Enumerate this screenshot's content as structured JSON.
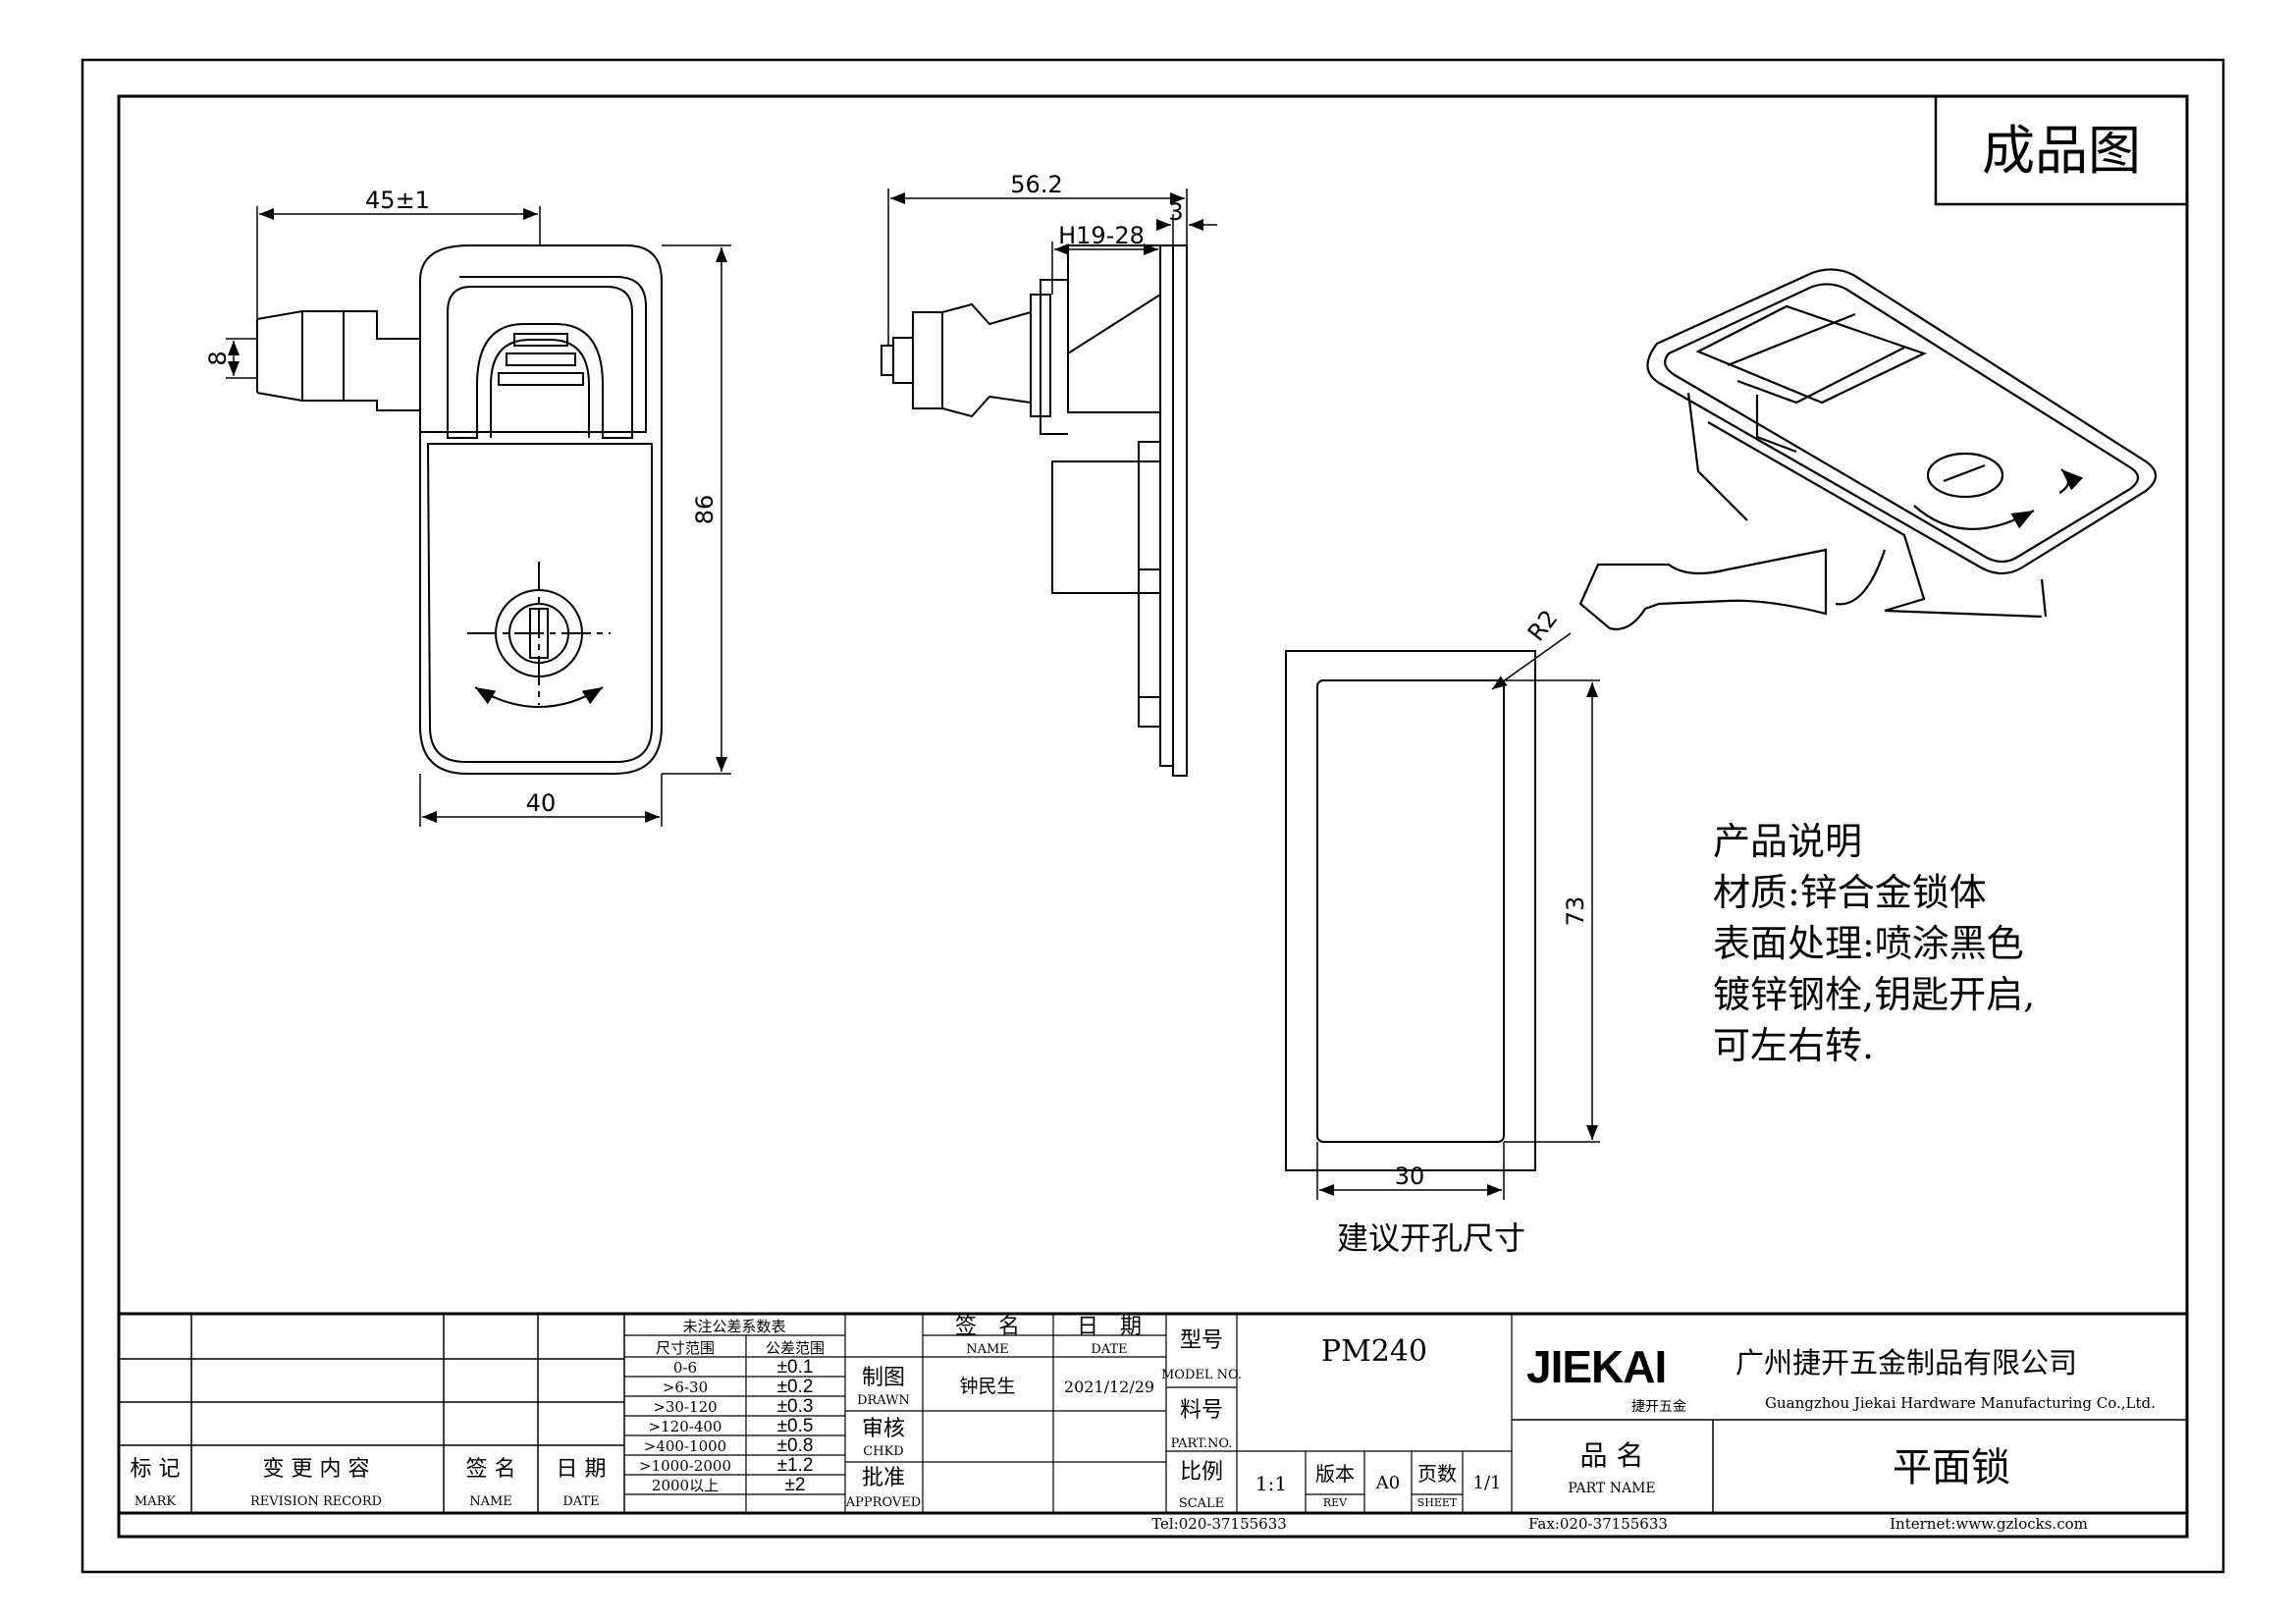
{
  "title_box": {
    "label": "成品图"
  },
  "front_view": {
    "dim_width_top": "45±1",
    "dim_height_small": "8",
    "dim_height": "86",
    "dim_width_bottom": "40"
  },
  "side_view": {
    "dim_depth": "56.2",
    "dim_grip": "H19-28",
    "dim_thickness": "3"
  },
  "cutout": {
    "dim_radius": "R2",
    "dim_height": "73",
    "dim_width": "30",
    "caption": "建议开孔尺寸"
  },
  "description": {
    "lines": [
      "产品说明",
      "材质:锌合金锁体",
      "表面处理:喷涂黑色",
      "镀锌钢栓,钥匙开启,",
      "可左右转."
    ]
  },
  "title_block": {
    "tolerance": {
      "title": "未注公差系数表",
      "col_range": "尺寸范围",
      "col_tol": "公差范围",
      "rows": [
        {
          "range": "0-6",
          "tol": "±0.1"
        },
        {
          "range": ">6-30",
          "tol": "±0.2"
        },
        {
          "range": ">30-120",
          "tol": "±0.3"
        },
        {
          "range": ">120-400",
          "tol": "±0.5"
        },
        {
          "range": ">400-1000",
          "tol": "±0.8"
        },
        {
          "range": ">1000-2000",
          "tol": "±1.2"
        },
        {
          "range": "2000以上",
          "tol": "±2"
        }
      ]
    },
    "revision": {
      "mark_cn": "标 记",
      "mark_en": "MARK",
      "record_cn": "变 更 内 容",
      "record_en": "REVISION RECORD",
      "name_cn": "签 名",
      "name_en": "NAME",
      "date_cn": "日 期",
      "date_en": "DATE"
    },
    "approvals": {
      "sign_cn": "签　名",
      "sign_en": "NAME",
      "date_cn": "日　期",
      "date_en": "DATE",
      "drawn_cn": "制图",
      "drawn_en": "DRAWN",
      "chkd_cn": "审核",
      "chkd_en": "CHKD",
      "approved_cn": "批准",
      "approved_en": "APPROVED",
      "drawn_by": "钟民生",
      "drawn_date": "2021/12/29"
    },
    "model": {
      "label_cn": "型号",
      "label_en": "MODEL NO.",
      "value": "PM240"
    },
    "part_no": {
      "label_cn": "料号",
      "label_en": "PART.NO."
    },
    "scale": {
      "label_cn": "比例",
      "label_en": "SCALE",
      "value": "1:1"
    },
    "rev": {
      "label_cn": "版本",
      "label_en": "REV",
      "value": "A0"
    },
    "sheet": {
      "label_cn": "页数",
      "label_en": "SHEET",
      "value": "1/1"
    },
    "company": {
      "logo": "JIEKAI",
      "logo_sub": "捷开五金",
      "name_cn": "广州捷开五金制品有限公司",
      "name_en": "Guangzhou Jiekai Hardware Manufacturing Co.,Ltd."
    },
    "part_name": {
      "label_cn": "品 名",
      "label_en": "PART NAME",
      "value": "平面锁"
    },
    "footer": {
      "tel": "Tel:020-37155633",
      "fax": "Fax:020-37155633",
      "internet": "Internet:www.gzlocks.com"
    }
  }
}
